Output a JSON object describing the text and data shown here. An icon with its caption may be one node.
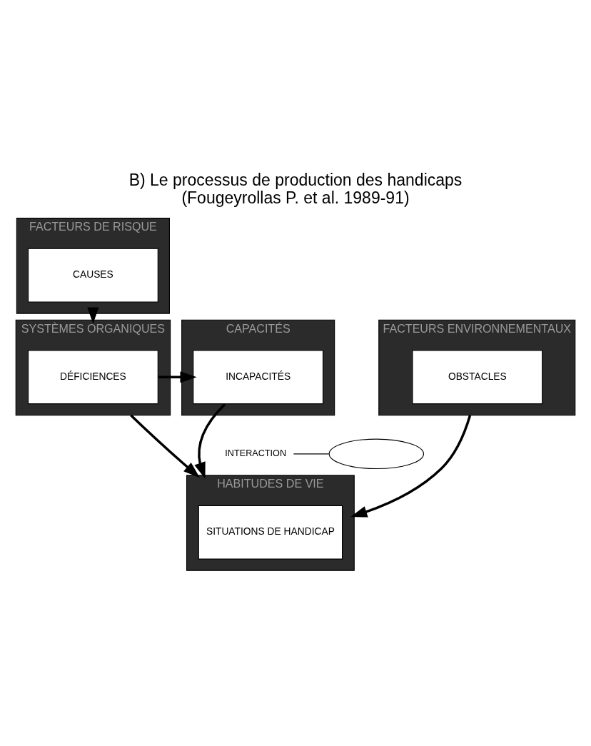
{
  "diagram": {
    "title": "B) Le processus de production des handicaps",
    "caption": "(Fougeyrollas P. et al. 1989-91)",
    "nodes": [
      {
        "text": [
          "FACTEURS DE RISQUE"
        ]
      },
      {
        "text": [
          "CAUSES"
        ],
        "in": 0
      },
      {
        "text": [
          "SYSTÈMES ORGANIQUES"
        ]
      },
      {
        "text": [
          "DÉFICIENCES"
        ],
        "in": 2
      },
      {
        "text": [
          "CAPACITÉS"
        ]
      },
      {
        "text": [
          "INCAPACITÉS"
        ],
        "in": 4
      },
      {
        "text": [
          "FACTEURS ENVIRONNEMENTAUX"
        ]
      },
      {
        "text": [
          "OBSTACLES"
        ],
        "in": 6
      },
      {
        "text": [
          "HABITUDES DE VIE"
        ]
      },
      {
        "text": [
          "SITUATIONS DE HANDICAP"
        ],
        "in": 8
      },
      {
        "text": [],
        "shape": "ellipse"
      },
      {
        "text": [
          "INTERACTION"
        ]
      }
    ],
    "edges": [
      {
        "from": 0,
        "to": 2,
        "arrow": "to"
      },
      {
        "from": 3,
        "to": 5,
        "arrow": "to"
      },
      {
        "from": 2,
        "to": 8,
        "arrow": "to"
      },
      {
        "from": 5,
        "to": 8,
        "arrow": "to"
      },
      {
        "from": 6,
        "to": 8,
        "arrow": "to"
      },
      {
        "from": 11,
        "to": 10,
        "arrow": "none"
      }
    ]
  }
}
